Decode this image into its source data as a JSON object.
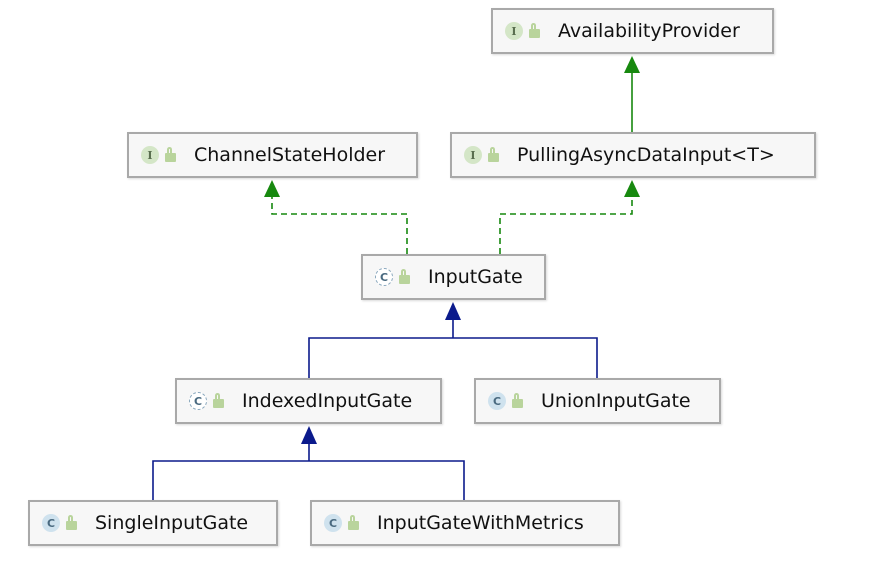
{
  "colors": {
    "interface_edge": "#17890f",
    "class_edge": "#0b1a8c",
    "node_border": "#a9a9a9"
  },
  "nodes": [
    {
      "id": "availability",
      "name": "AvailabilityProvider",
      "kind": "interface",
      "kind_letter": "I"
    },
    {
      "id": "channel",
      "name": "ChannelStateHolder",
      "kind": "interface",
      "kind_letter": "I"
    },
    {
      "id": "pulling",
      "name": "PullingAsyncDataInput<T>",
      "kind": "interface",
      "kind_letter": "I"
    },
    {
      "id": "inputgate",
      "name": "InputGate",
      "kind": "abstract-class",
      "kind_letter": "C"
    },
    {
      "id": "indexed",
      "name": "IndexedInputGate",
      "kind": "abstract-class",
      "kind_letter": "C"
    },
    {
      "id": "union",
      "name": "UnionInputGate",
      "kind": "class",
      "kind_letter": "C"
    },
    {
      "id": "single",
      "name": "SingleInputGate",
      "kind": "class",
      "kind_letter": "C"
    },
    {
      "id": "metrics",
      "name": "InputGateWithMetrics",
      "kind": "class",
      "kind_letter": "C"
    }
  ],
  "edges": [
    {
      "from": "pulling",
      "to": "availability",
      "relation": "extends"
    },
    {
      "from": "inputgate",
      "to": "channel",
      "relation": "implements"
    },
    {
      "from": "inputgate",
      "to": "pulling",
      "relation": "implements"
    },
    {
      "from": "indexed",
      "to": "inputgate",
      "relation": "extends"
    },
    {
      "from": "union",
      "to": "inputgate",
      "relation": "extends"
    },
    {
      "from": "single",
      "to": "indexed",
      "relation": "extends"
    },
    {
      "from": "metrics",
      "to": "indexed",
      "relation": "extends"
    }
  ]
}
